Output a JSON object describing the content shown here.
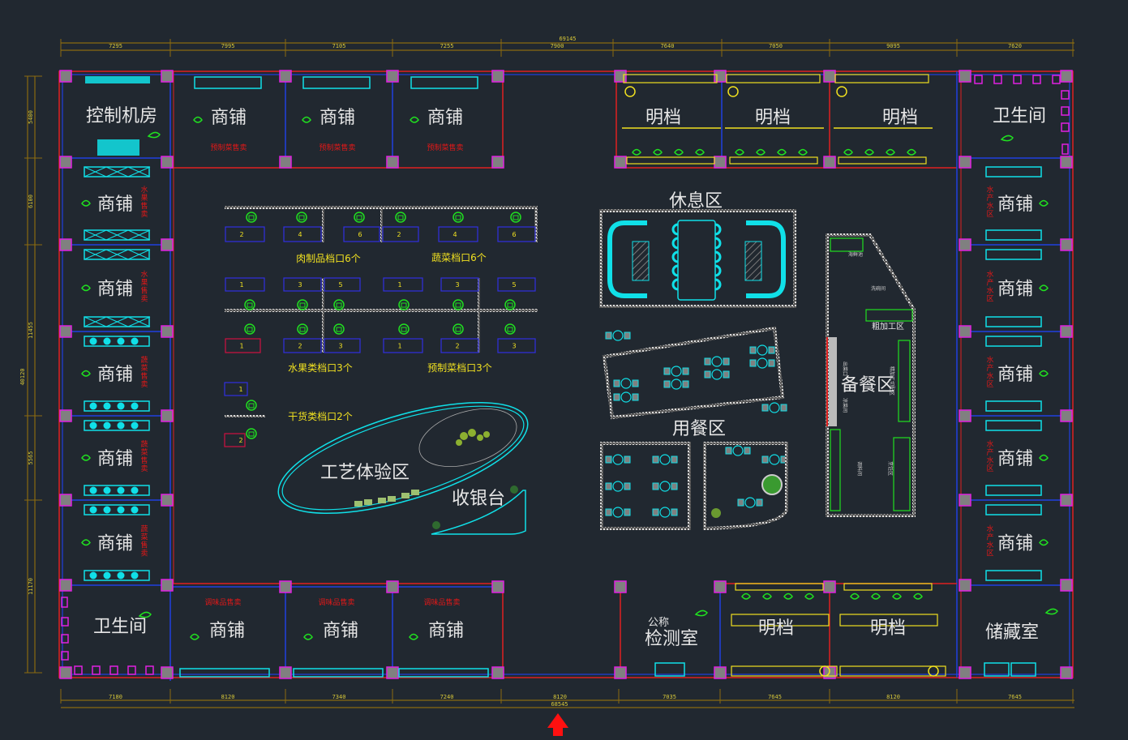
{
  "title": "农贸市场平面布置图",
  "dimensions": {
    "top_total": "69145",
    "top_segments": [
      "7295",
      "7995",
      "7105",
      "7255",
      "7900",
      "7640",
      "7050",
      "9095",
      "7620"
    ],
    "bottom_total": "68545",
    "bottom_segments": [
      "7180",
      "8120",
      "7340",
      "7240",
      "8120",
      "7035",
      "7645",
      "8120",
      "7645"
    ],
    "left_total": "40120",
    "left_segments": [
      "5400",
      "6100",
      "11455",
      "5565",
      "11170"
    ]
  },
  "rooms": {
    "control_room": "控制机房",
    "shop": "商铺",
    "open_stall": "明档",
    "restroom": "卫生间",
    "rest_area": "休息区",
    "dining_area": "用餐区",
    "prep_area": "备餐区",
    "rough_processing": "粗加工区",
    "craft_area": "工艺体验区",
    "cashier": "收银台",
    "inspection_prefix": "公称",
    "inspection_room": "检测室",
    "storage": "储藏室"
  },
  "shop_notes": {
    "prepared_dish": "预制菜售卖",
    "fruit": "水果售卖",
    "vegetable": "蔬菜售卖",
    "seasoning": "调味品售卖",
    "aquatic": "水产水区"
  },
  "stall_groups": {
    "meat": "肉制品档口6个",
    "vegetable": "蔬菜档口6个",
    "fruit": "水果类档口3个",
    "prepared": "预制菜档口3个",
    "dry_goods": "干货类档口2个"
  },
  "stall_numbers": {
    "row1": [
      "2",
      "4",
      "6",
      "2",
      "4",
      "6"
    ],
    "row2": [
      "1",
      "3",
      "5",
      "1",
      "3",
      "5"
    ],
    "row3": [
      "1",
      "2",
      "3",
      "1",
      "2",
      "3"
    ],
    "dry": [
      "1",
      "2"
    ]
  },
  "kitchen_notes": {
    "seafood_pool": "海鲜池",
    "wash_room": "洗碗间",
    "pass_window": "出菜口",
    "fine_processing": "精加工切配区",
    "cooking": "烹饪区",
    "seasoning_room": "调料间",
    "cold_dish": "凉菜间"
  },
  "colors": {
    "background": "#212830",
    "wall_red": "#e02020",
    "wall_blue": "#2040e0",
    "column": "#808080",
    "cyan": "#10e0e8",
    "yellow": "#f0e020",
    "green": "#20e020",
    "magenta": "#e020e0"
  },
  "icons": [
    "entrance-arrow-icon",
    "plant-icon",
    "chair-icon",
    "toilet-icon",
    "refrigerator-icon"
  ]
}
